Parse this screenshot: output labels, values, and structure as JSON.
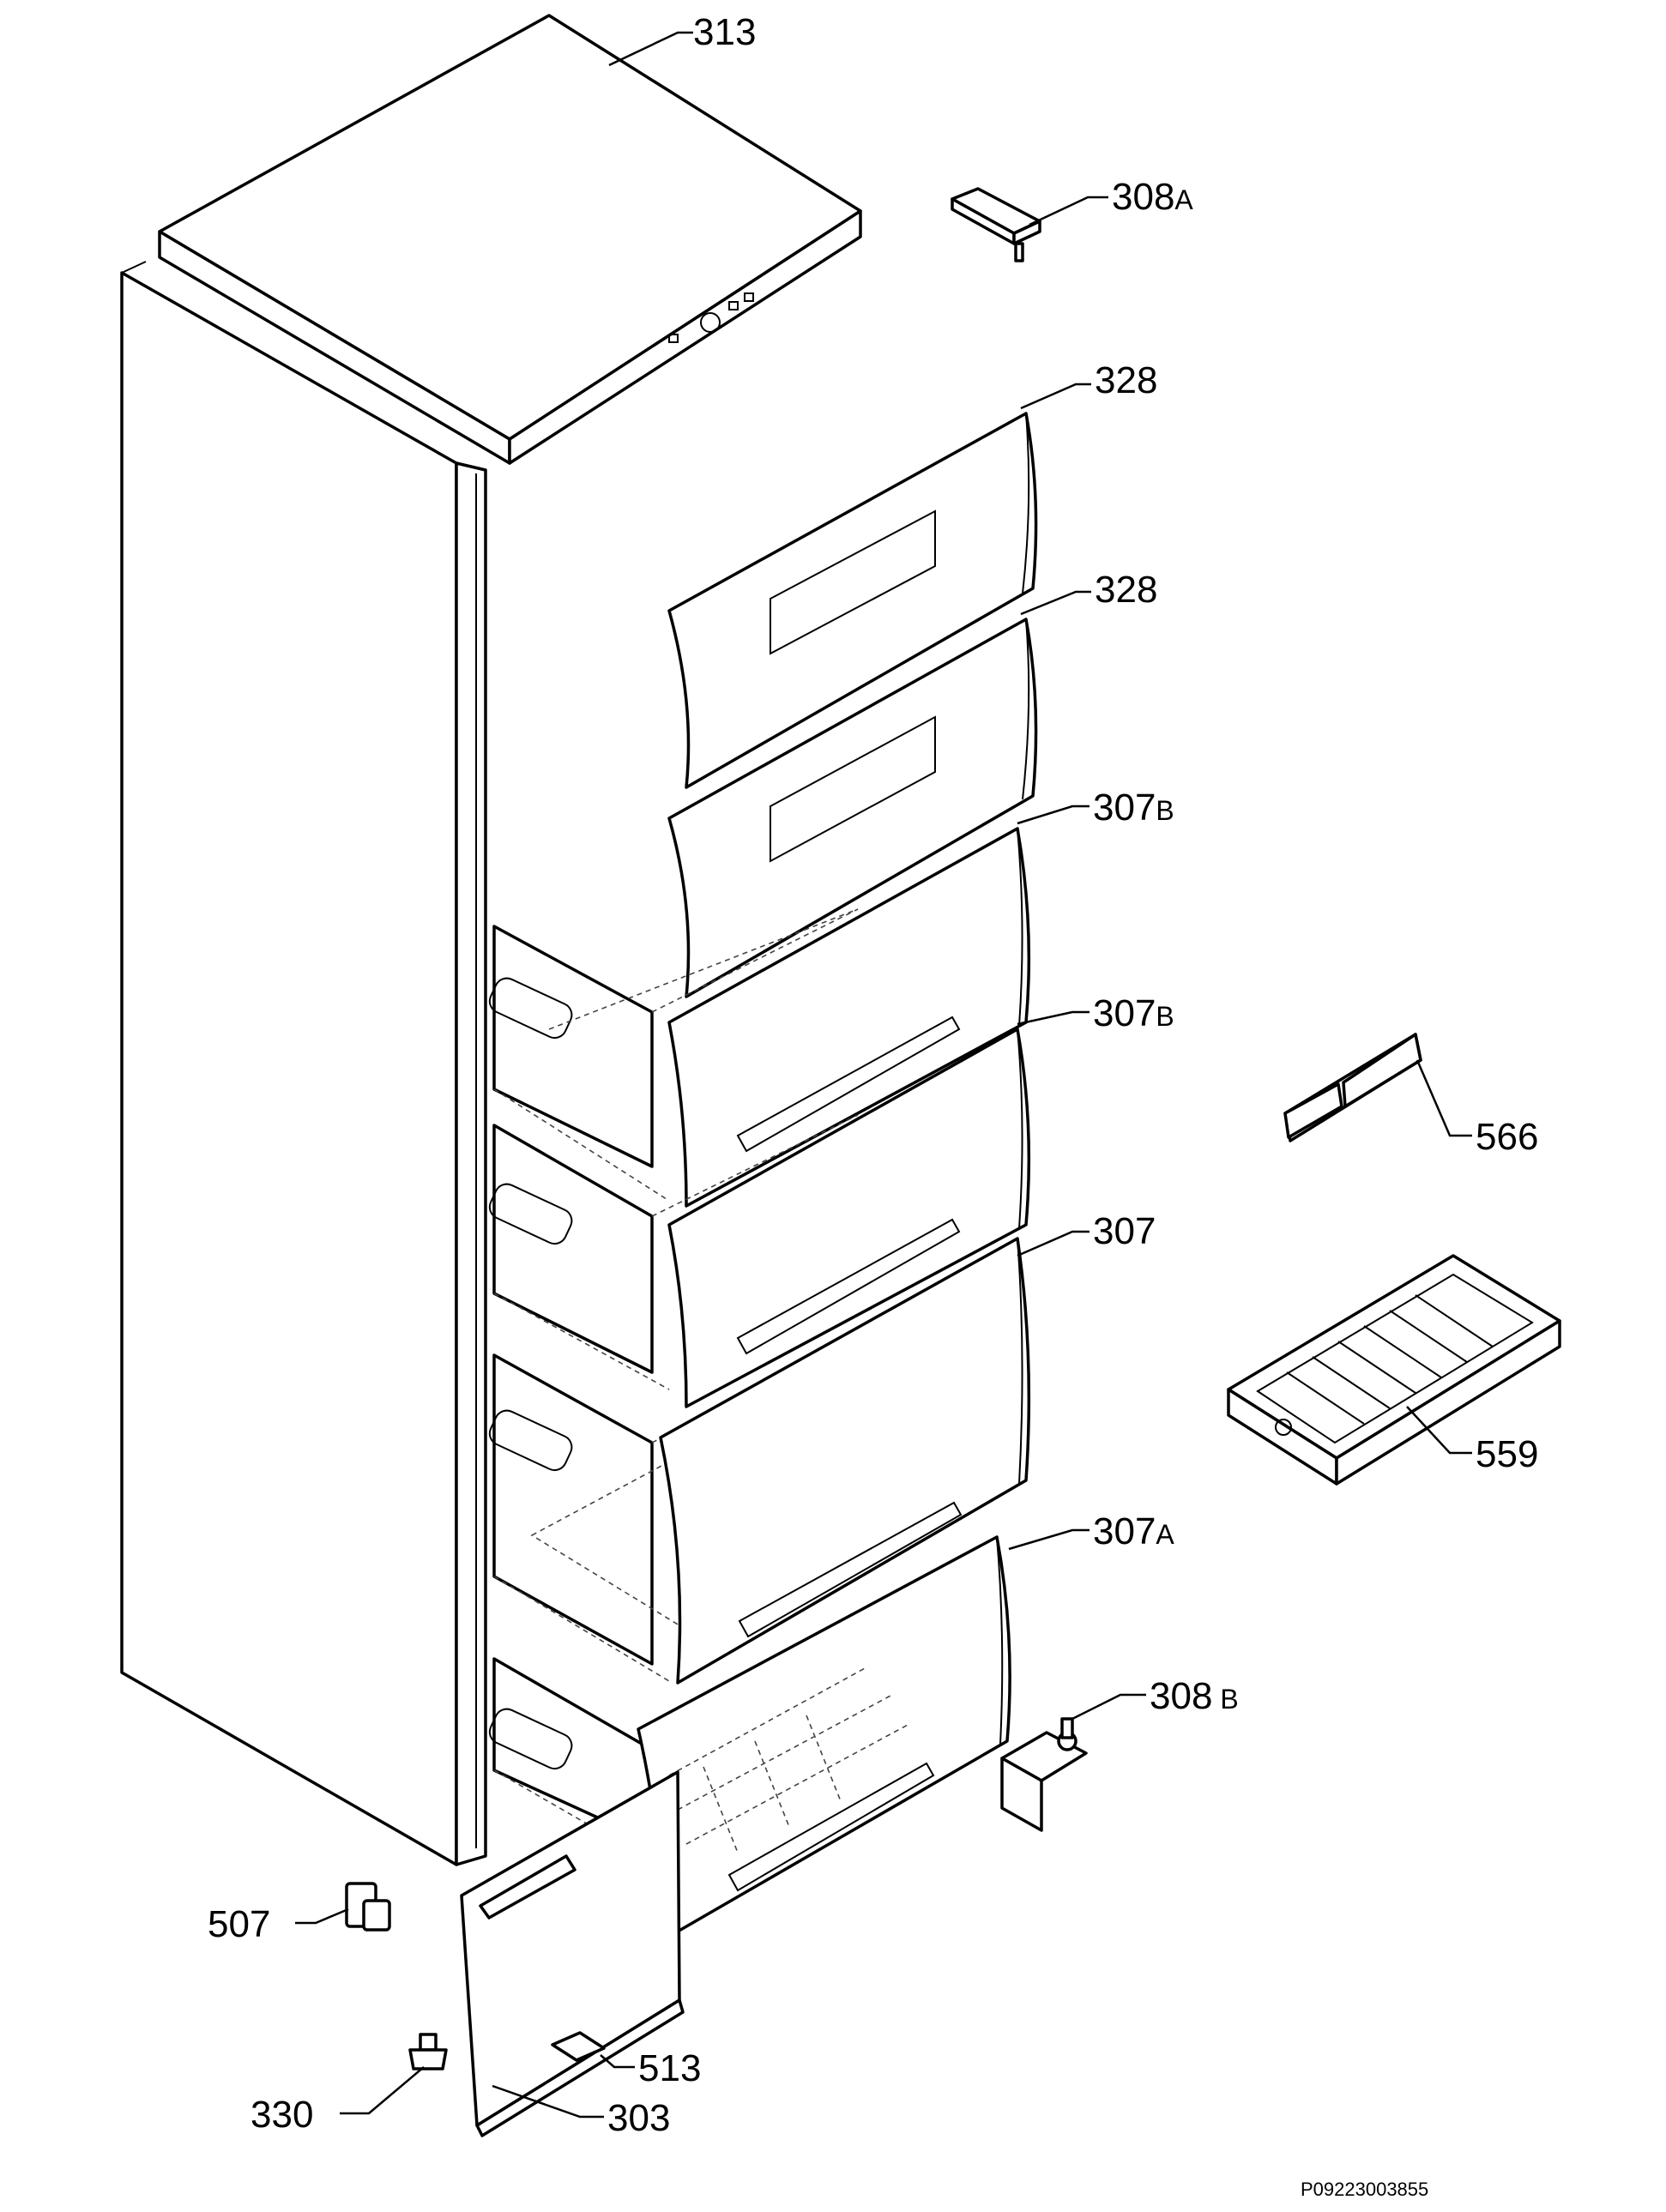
{
  "labels": [
    {
      "id": "313",
      "num": "313",
      "sub": ""
    },
    {
      "id": "308a",
      "num": "308",
      "sub": "A"
    },
    {
      "id": "328-top",
      "num": "328",
      "sub": ""
    },
    {
      "id": "328-bottom",
      "num": "328",
      "sub": ""
    },
    {
      "id": "307b-top",
      "num": "307",
      "sub": "B"
    },
    {
      "id": "307b-bottom",
      "num": "307",
      "sub": "B"
    },
    {
      "id": "566",
      "num": "566",
      "sub": ""
    },
    {
      "id": "307",
      "num": "307",
      "sub": ""
    },
    {
      "id": "559",
      "num": "559",
      "sub": ""
    },
    {
      "id": "307a",
      "num": "307",
      "sub": "A"
    },
    {
      "id": "308b",
      "num": "308",
      "sub": " B"
    },
    {
      "id": "507",
      "num": "507",
      "sub": ""
    },
    {
      "id": "513",
      "num": "513",
      "sub": ""
    },
    {
      "id": "330",
      "num": "330",
      "sub": ""
    },
    {
      "id": "303",
      "num": "303",
      "sub": ""
    }
  ],
  "diagram_code": "P09223003855"
}
